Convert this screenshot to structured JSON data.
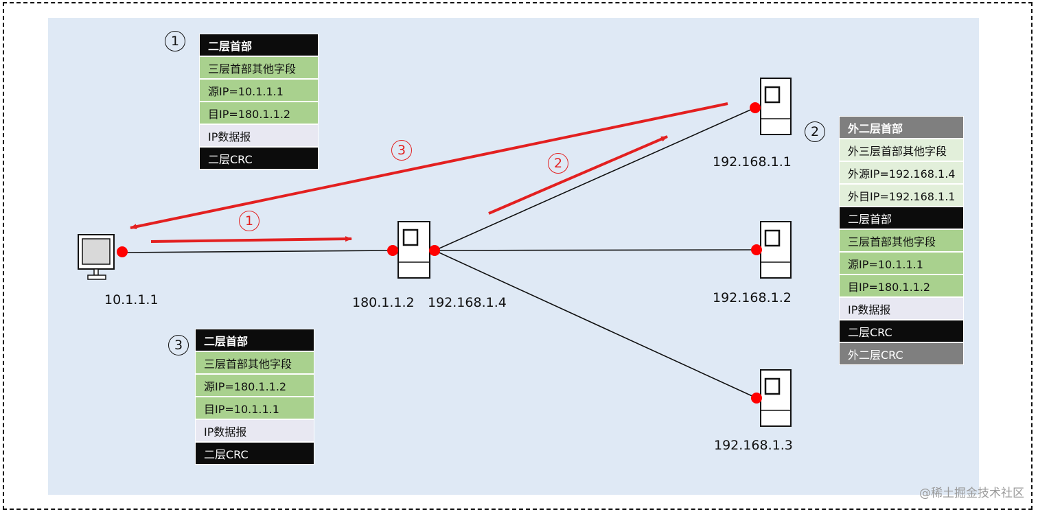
{
  "devices": {
    "host": {
      "ip": "10.1.1.1"
    },
    "router_in": {
      "ip": "180.1.1.2"
    },
    "router_out": {
      "ip": "192.168.1.4"
    },
    "server1": {
      "ip": "192.168.1.1"
    },
    "server2": {
      "ip": "192.168.1.2"
    },
    "server3": {
      "ip": "192.168.1.3"
    }
  },
  "markers": {
    "step1": "1",
    "step2": "2",
    "step3": "3"
  },
  "packets": {
    "p1": {
      "rows": [
        {
          "text": "二层首部",
          "style": "black"
        },
        {
          "text": "三层首部其他字段",
          "style": "green"
        },
        {
          "text": "源IP=10.1.1.1",
          "style": "green"
        },
        {
          "text": "目IP=180.1.1.2",
          "style": "green"
        },
        {
          "text": "IP数据报",
          "style": "lavender"
        },
        {
          "text": "二层CRC",
          "style": "black-plain"
        }
      ]
    },
    "p2": {
      "rows": [
        {
          "text": "外二层首部",
          "style": "gray-bold"
        },
        {
          "text": "外三层首部其他字段",
          "style": "light-green"
        },
        {
          "text": "外源IP=192.168.1.4",
          "style": "light-green"
        },
        {
          "text": "外目IP=192.168.1.1",
          "style": "light-green"
        },
        {
          "text": "二层首部",
          "style": "black-plain"
        },
        {
          "text": "三层首部其他字段",
          "style": "green"
        },
        {
          "text": "源IP=10.1.1.1",
          "style": "green"
        },
        {
          "text": "目IP=180.1.1.2",
          "style": "green"
        },
        {
          "text": "IP数据报",
          "style": "lavender"
        },
        {
          "text": "二层CRC",
          "style": "black-plain"
        },
        {
          "text": "外二层CRC",
          "style": "gray"
        }
      ]
    },
    "p3": {
      "rows": [
        {
          "text": "二层首部",
          "style": "black"
        },
        {
          "text": "三层首部其他字段",
          "style": "green"
        },
        {
          "text": "源IP=180.1.1.2",
          "style": "green"
        },
        {
          "text": "目IP=10.1.1.1",
          "style": "green"
        },
        {
          "text": "IP数据报",
          "style": "lavender"
        },
        {
          "text": "二层CRC",
          "style": "black-plain"
        }
      ]
    }
  },
  "colors": {
    "panel": "#dfe9f5",
    "arrow": "#e32020",
    "black": "#0c0c0c",
    "green": "#a9d18e",
    "light_green": "#e2efda",
    "lavender": "#e8e8f2",
    "gray": "#7f7f7f"
  },
  "watermark": "@稀土掘金技术社区"
}
